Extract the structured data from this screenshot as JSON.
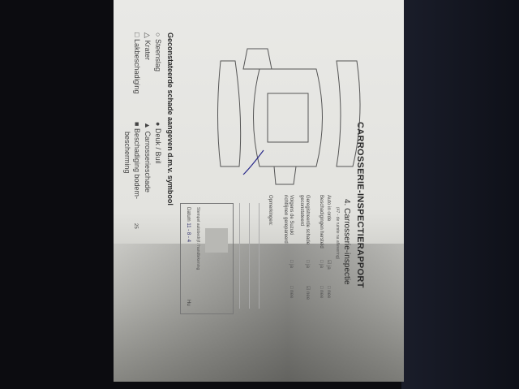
{
  "report": {
    "title": "CARROSSERIE-INSPECTIERAPPORT",
    "section": "4. Carrosserie-inspectie",
    "section_note": "(47 - de ruimte na aflevering)",
    "items": [
      {
        "label": "Auto in orde",
        "yes": "ja",
        "no": "nee",
        "checked": "ja"
      },
      {
        "label": "Beschadigingen hersteld",
        "yes": "ja",
        "no": "nee"
      },
      {
        "label": "Geregistreerde schade geconstateerd",
        "yes": "ja",
        "no": "nee",
        "checked": "nee"
      },
      {
        "label": "Volgens de Suzuki richtlijnen gerepareerd",
        "yes": "ja",
        "no": "nee"
      }
    ],
    "remarks_label": "Opmerkingen:",
    "date_label": "Datum",
    "date_value": "11 - 8 - 4",
    "stamp_label": "Stempel autobedrijf / handtekening",
    "signature": "Hu"
  },
  "legend": {
    "title": "Geconstateerde schade aangeven d.m.v. symbool",
    "left": [
      {
        "symbol": "○",
        "label": "Steenslag"
      },
      {
        "symbol": "△",
        "label": "Krater"
      },
      {
        "symbol": "□",
        "label": "Lakbeschadiging"
      }
    ],
    "right": [
      {
        "symbol": "●",
        "label": "Deuk / Buil"
      },
      {
        "symbol": "▲",
        "label": "Carrosserieschade"
      },
      {
        "symbol": "■",
        "label": "Beschadiging bodem-"
      },
      {
        "symbol": "",
        "label": "bescherming"
      }
    ]
  },
  "page_number": "25"
}
